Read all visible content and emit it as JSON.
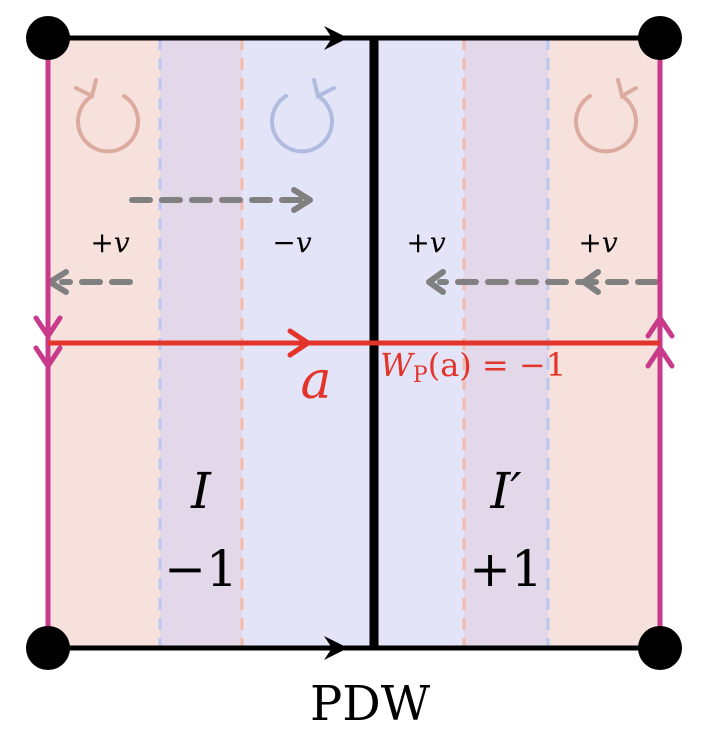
{
  "colors": {
    "outer_band": "#f7e1dc",
    "middle_band": "#e2d8ea",
    "inner_band": "#e3e4f7",
    "dashed_pink": "#f3b9ab",
    "dashed_blue": "#bcc7f1",
    "magenta_edge": "#c93a8a",
    "red_path": "#e2342a",
    "gray_arrow": "#808080",
    "border": "#000000",
    "rotation_pink": "#dcab9f",
    "rotation_blue": "#b1bbe0"
  },
  "labels": {
    "velocity_top_left": "+v",
    "velocity_top_center_left": "−v",
    "velocity_top_center_right": "+v",
    "velocity_top_right": "+v",
    "path_name": "a",
    "winding": "W",
    "winding_sub": "P",
    "winding_arg": "(a) = −1",
    "region_left": "I",
    "region_right": "I′",
    "region_left_index": "−1",
    "region_right_index": "+1",
    "bottom": "PDW"
  },
  "icons": {
    "rotation_left": "counterclockwise-rotation-icon",
    "rotation_center": "clockwise-rotation-icon",
    "rotation_right": "clockwise-rotation-icon"
  }
}
